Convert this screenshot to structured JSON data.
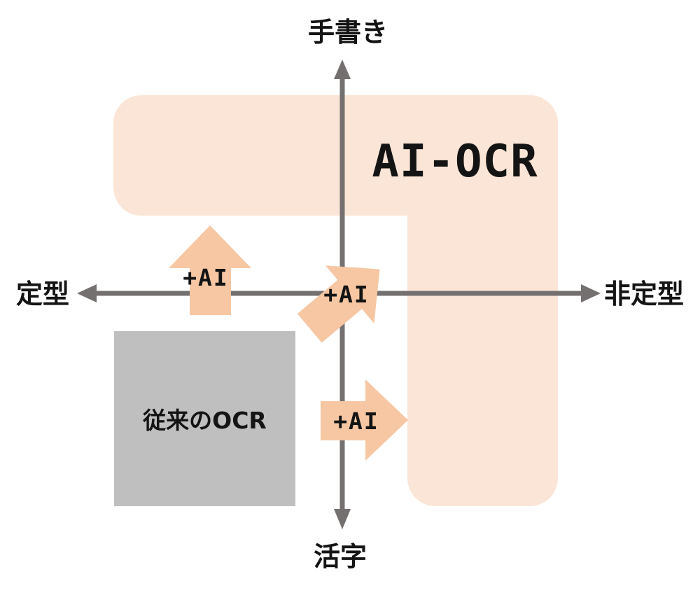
{
  "diagram_title": "AI-OCR vs legacy OCR quadrant diagram",
  "colors": {
    "region": "#FBE5D6",
    "arrow": "#F6C7A2",
    "axis": "#757070",
    "legacy_box": "#BFBFBF",
    "text": "#141414"
  },
  "axes": {
    "top": "手書き",
    "bottom": "活字",
    "left": "定型",
    "right": "非定型"
  },
  "regions": {
    "ai_ocr_label": "AI-OCR",
    "legacy_ocr_label": "従来のOCR"
  },
  "arrows": {
    "up_label": "+AI",
    "diagonal_label": "+AI",
    "right_label": "+AI"
  }
}
